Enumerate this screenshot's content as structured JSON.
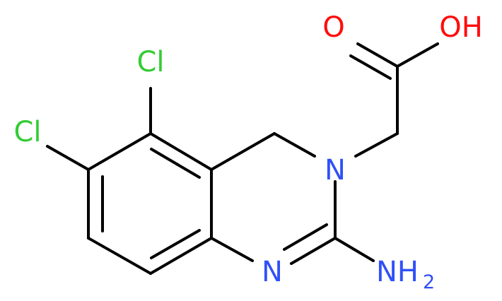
{
  "molecule": {
    "atoms": {
      "cl_top": {
        "label": "Cl",
        "color": "#33cc33"
      },
      "cl_left": {
        "label": "Cl",
        "color": "#33cc33"
      },
      "o_carbonyl": {
        "label": "O",
        "color": "#ff0d0d"
      },
      "oh": {
        "label": "OH",
        "color": "#ff0d0d"
      },
      "n_ring3": {
        "label": "N",
        "color": "#3050f8"
      },
      "n_ring1": {
        "label": "N",
        "color": "#3050f8"
      },
      "nh2": {
        "label": "NH",
        "subscript": "2",
        "color": "#3050f8"
      }
    }
  }
}
